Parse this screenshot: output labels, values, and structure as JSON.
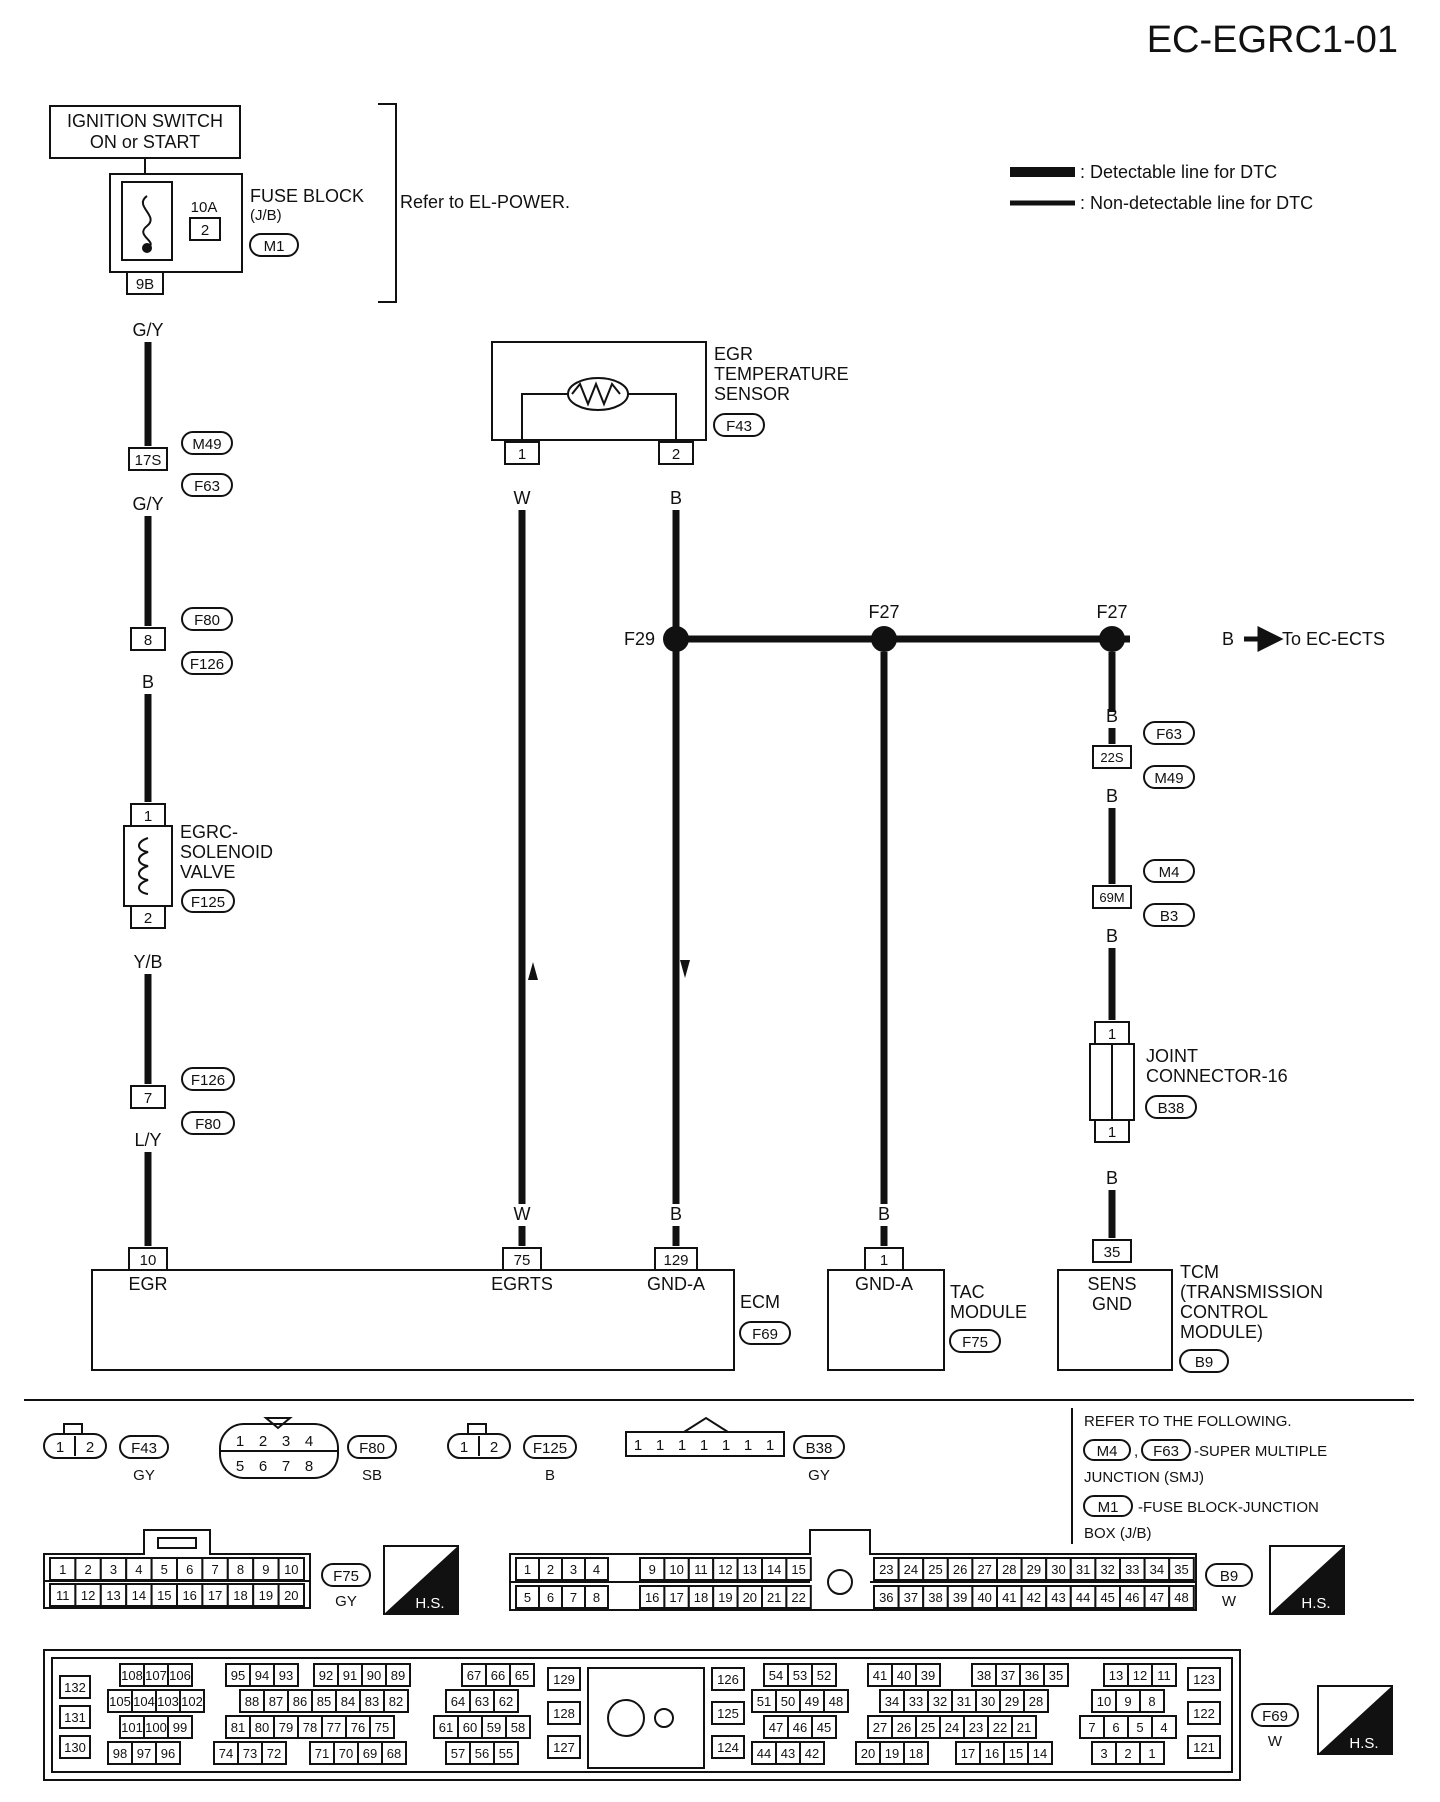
{
  "page_id": "EC-EGRC1-01",
  "legend": {
    "detectable": ": Detectable line for DTC",
    "non_detectable": ": Non-detectable line for DTC"
  },
  "ignition_switch": {
    "line1": "IGNITION SWITCH",
    "line2": "ON or START"
  },
  "fuse_block": {
    "name": "FUSE BLOCK",
    "sub": "(J/B)",
    "fuse_amp": "10A",
    "fuse_no": "2",
    "connector": "M1",
    "terminal": "9B",
    "refer": "Refer to EL-POWER."
  },
  "wires": {
    "gy": "G/Y",
    "b": "B",
    "yb": "Y/B",
    "ly": "L/Y",
    "w": "W"
  },
  "connectors": {
    "m49": "M49",
    "f63": "F63",
    "f80": "F80",
    "f126": "F126",
    "f125": "F125",
    "f43": "F43",
    "m4": "M4",
    "b3": "B3",
    "b38": "B38",
    "f69": "F69",
    "f75": "F75",
    "b9": "B9"
  },
  "terminals": {
    "t17s": "17S",
    "t8": "8",
    "t1": "1",
    "t2": "2",
    "t7": "7",
    "t22s": "22S",
    "t69m": "69M",
    "t10": "10",
    "t75": "75",
    "t129": "129",
    "t35": "35"
  },
  "egrc_valve": {
    "line1": "EGRC-",
    "line2": "SOLENOID",
    "line3": "VALVE"
  },
  "egr_sensor": {
    "line1": "EGR",
    "line2": "TEMPERATURE",
    "line3": "SENSOR"
  },
  "splices": {
    "f29": "F29",
    "f27": "F27"
  },
  "to_ects": "To EC-ECTS",
  "joint": {
    "line1": "JOINT",
    "line2": "CONNECTOR-16"
  },
  "ecm": {
    "name": "ECM",
    "egr": "EGR",
    "egrts": "EGRTS",
    "gnd": "GND-A"
  },
  "tac": {
    "line1": "TAC",
    "line2": "MODULE",
    "gnd": "GND-A"
  },
  "tcm": {
    "line1": "TCM",
    "line2": "(TRANSMISSION",
    "line3": "CONTROL",
    "line4": "MODULE)",
    "sens1": "SENS",
    "sens2": "GND"
  },
  "connector_views": {
    "f43_color": "GY",
    "f80_color": "SB",
    "f125_color": "B",
    "b38_color": "GY",
    "f75_color": "GY",
    "b9_color": "W",
    "f69_color": "W",
    "hs": "H.S."
  },
  "refer_following": {
    "title": "REFER TO THE FOLLOWING.",
    "smj": "-SUPER MULTIPLE",
    "smj2": "JUNCTION (SMJ)",
    "fb": "-FUSE BLOCK-JUNCTION",
    "fb2": "BOX (J/B)"
  }
}
